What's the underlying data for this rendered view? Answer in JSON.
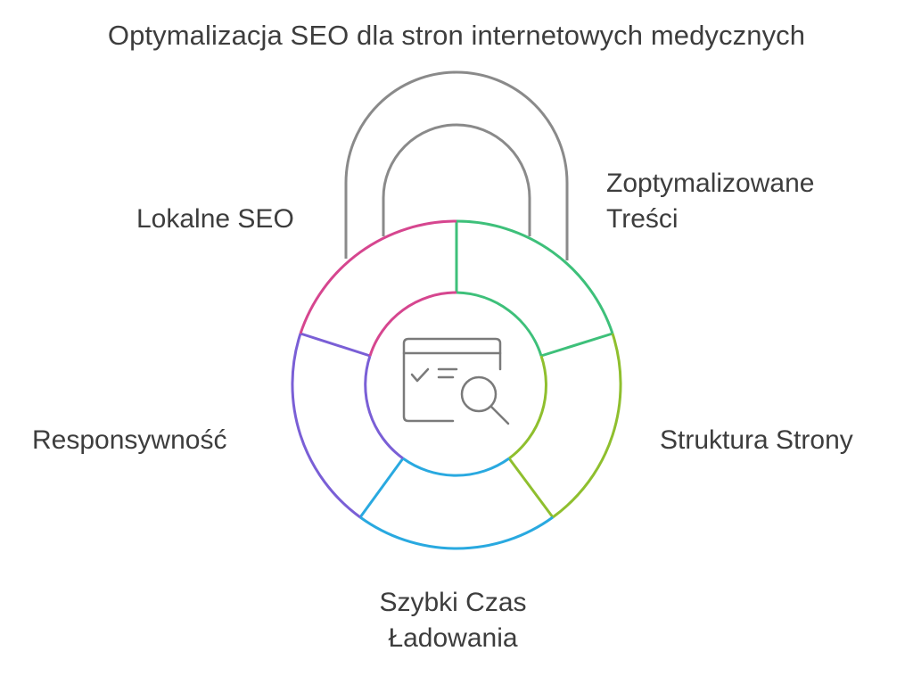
{
  "title": "Optymalizacja SEO dla stron internetowych medycznych",
  "segments": [
    {
      "id": "zoptymalizowane-tresci",
      "lines": [
        "Zoptymalizowane",
        "Treści"
      ],
      "color": "#3ec07a"
    },
    {
      "id": "struktura-strony",
      "lines": [
        "Struktura Strony"
      ],
      "color": "#8fbf2e"
    },
    {
      "id": "szybki-czas-ladowania",
      "lines": [
        "Szybki Czas",
        "Ładowania"
      ],
      "color": "#29a9e0"
    },
    {
      "id": "responsywnosc",
      "lines": [
        "Responsywność"
      ],
      "color": "#7a5fd6"
    },
    {
      "id": "lokalne-seo",
      "lines": [
        "Lokalne SEO"
      ],
      "color": "#d6468f"
    }
  ],
  "colors": {
    "shackle": "#8a8a8a",
    "icon": "#7a7a7a",
    "text": "#3d3d3d"
  },
  "icons": {
    "center": "browser-search-checklist-icon",
    "shackle": "padlock-shackle"
  }
}
